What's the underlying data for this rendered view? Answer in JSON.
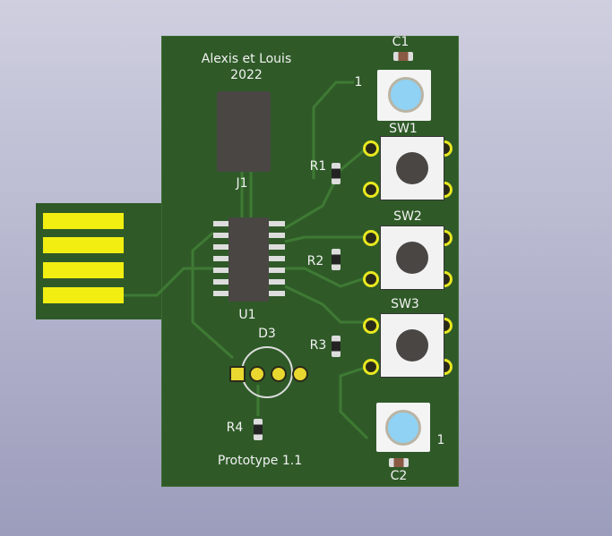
{
  "board": {
    "title": "Alexis et Louis",
    "year": "2022",
    "version": "Prototype 1.1",
    "color": "#2f5a28"
  },
  "refs": {
    "c1": "C1",
    "c2": "C2",
    "j1": "J1",
    "u1": "U1",
    "d3": "D3",
    "sw1": "SW1",
    "sw2": "SW2",
    "sw3": "SW3",
    "r1": "R1",
    "r2": "R2",
    "r3": "R3",
    "r4": "R4",
    "pin1_top": "1",
    "pin1_bottom": "1"
  }
}
